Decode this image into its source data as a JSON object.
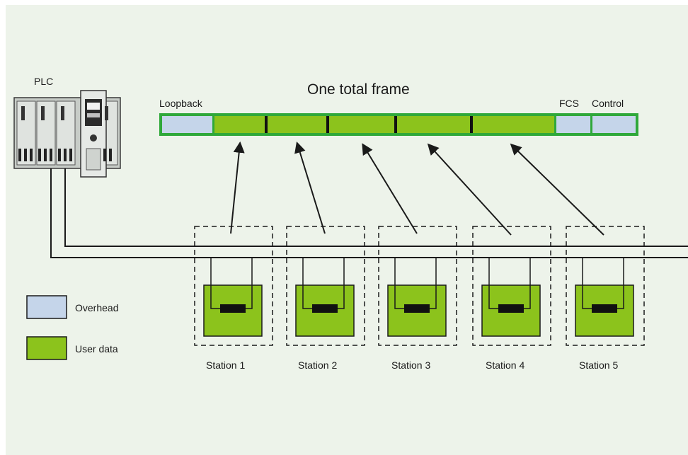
{
  "diagram": {
    "title": "One total frame",
    "plc_label": "PLC",
    "frame_labels": {
      "left": "Loopback",
      "fcs": "FCS",
      "control": "Control"
    },
    "legend": [
      {
        "label": "Overhead",
        "color": "#c5d5ea"
      },
      {
        "label": "User data",
        "color": "#8cc31c"
      }
    ],
    "stations": [
      {
        "label": "Station 1"
      },
      {
        "label": "Station 2"
      },
      {
        "label": "Station 3"
      },
      {
        "label": "Station 4"
      },
      {
        "label": "Station 5"
      }
    ],
    "colors": {
      "background": "#edf3ea",
      "frame_border": "#2fa83a",
      "overhead": "#c5d5ea",
      "user_data": "#8cc31c",
      "line": "#1a1a1a"
    }
  }
}
